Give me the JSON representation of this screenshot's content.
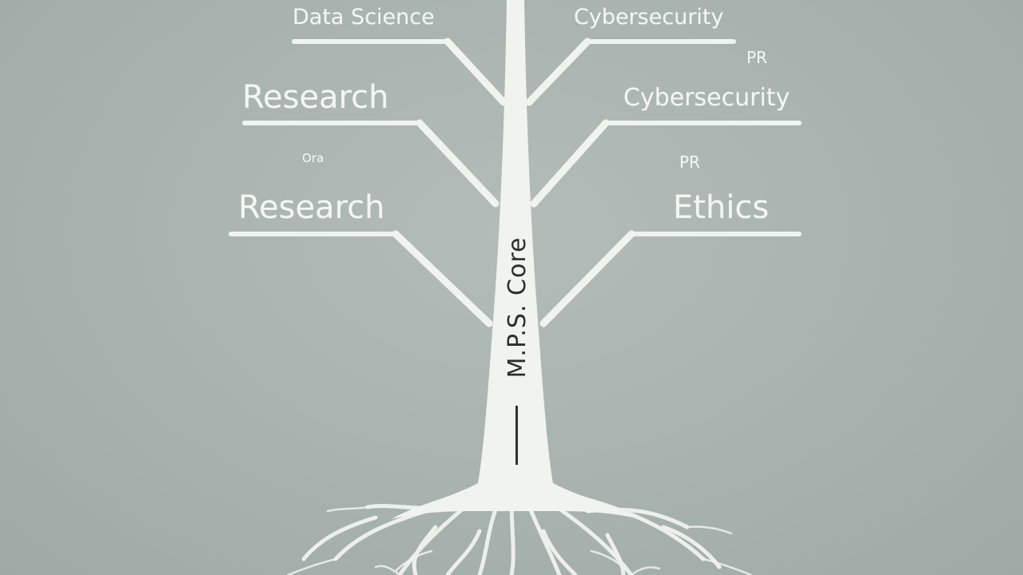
{
  "diagram": {
    "left_labels": [
      "Data Science",
      "Research",
      "Ora",
      "Research"
    ],
    "right_labels": [
      "Cybersecurity",
      "PR",
      "Cybersecurity",
      "PR",
      "Ethics"
    ],
    "trunk_label": "M.P.S. Core"
  },
  "colors": {
    "background": "#a8b2ae",
    "tree": "#f1f3ef",
    "trunk_text": "#2a2f2d"
  }
}
